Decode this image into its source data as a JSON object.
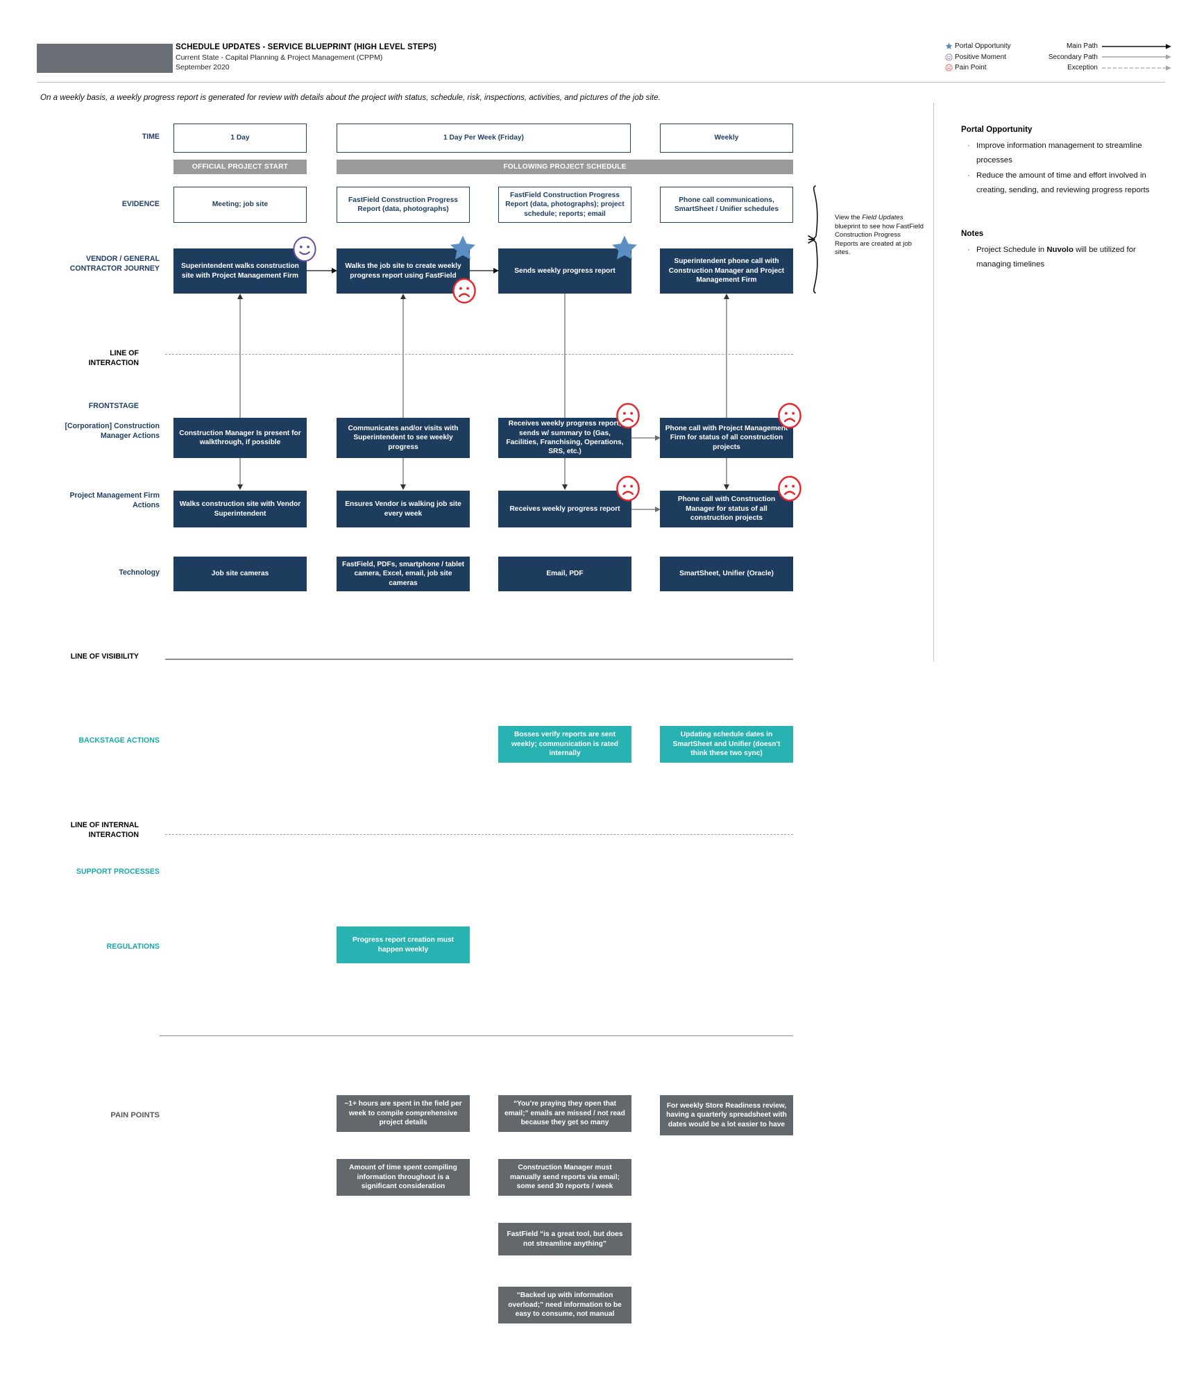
{
  "header": {
    "title": "SCHEDULE UPDATES - SERVICE BLUEPRINT (HIGH LEVEL STEPS)",
    "subtitle": "Current State - Capital Planning & Project Management (CPPM)",
    "date": "September 2020"
  },
  "legend": {
    "symbols": [
      {
        "icon": "star-icon",
        "label": "Portal Opportunity"
      },
      {
        "icon": "smiley-face-icon",
        "label": "Positive Moment"
      },
      {
        "icon": "sad-face-icon",
        "label": "Pain Point"
      }
    ],
    "paths": [
      {
        "label": "Main Path",
        "style": "solid-dark"
      },
      {
        "label": "Secondary Path",
        "style": "solid-gray"
      },
      {
        "label": "Exception",
        "style": "dashed-gray"
      }
    ]
  },
  "intro": "On a weekly basis, a weekly progress report is generated for review with details about the project with status, schedule, risk, inspections, activities, and pictures of the job site.",
  "rows": {
    "time": "TIME",
    "evidence": "EVIDENCE",
    "vendor_journey": "VENDOR / GENERAL CONTRACTOR JOURNEY",
    "line_of_interaction": "LINE OF INTERACTION",
    "frontstage": "FRONTSTAGE",
    "cm_actions": "[Corporation] Construction Manager Actions",
    "pm_actions": "Project Management Firm Actions",
    "technology": "Technology",
    "line_of_visibility": "LINE OF VISIBILITY",
    "backstage_actions": "BACKSTAGE ACTIONS",
    "line_of_internal_interaction": "LINE OF INTERNAL INTERACTION",
    "support_processes": "SUPPORT PROCESSES",
    "regulations": "REGULATIONS",
    "pain_points": "PAIN POINTS"
  },
  "time_boxes": [
    {
      "text": "1 Day"
    },
    {
      "text": "1 Day Per Week (Friday)"
    },
    {
      "text": "Weekly"
    }
  ],
  "phase_bars": [
    {
      "text": "OFFICIAL PROJECT START"
    },
    {
      "text": "FOLLOWING PROJECT SCHEDULE"
    }
  ],
  "evidence_boxes": [
    {
      "text": "Meeting; job site"
    },
    {
      "text": "FastField Construction Progress Report (data, photographs)"
    },
    {
      "text": "FastField Construction Progress Report (data, photographs); project schedule; reports; email"
    },
    {
      "text": "Phone call communications, SmartSheet / Unifier schedules"
    }
  ],
  "vendor_boxes": [
    {
      "text": "Superintendent walks construction site with Project Management Firm"
    },
    {
      "text": "Walks the job site to create weekly progress report using FastField"
    },
    {
      "text": "Sends weekly progress report"
    },
    {
      "text": "Superintendent phone call with Construction Manager and Project Management Firm"
    }
  ],
  "brace_note": {
    "prefix": "View the ",
    "italic": "Field Updates",
    "suffix": " blueprint to see how FastField Construction Progress Reports are created at job sites."
  },
  "cm_boxes": [
    {
      "text": "Construction Manager Is present for walkthrough, if possible"
    },
    {
      "text": "Communicates and/or visits with Superintendent to see weekly progress"
    },
    {
      "text": "Receives weekly progress report; sends w/ summary to (Gas, Facilities, Franchising, Operations, SRS, etc.)"
    },
    {
      "text": "Phone call with Project Management Firm for status of all construction projects"
    }
  ],
  "pm_boxes": [
    {
      "text": "Walks construction site with Vendor Superintendent"
    },
    {
      "text": "Ensures Vendor is walking job site every week"
    },
    {
      "text": "Receives weekly progress report"
    },
    {
      "text": "Phone call with Construction Manager for status of all construction projects"
    }
  ],
  "technology_boxes": [
    {
      "text": "Job site cameras"
    },
    {
      "text": "FastField, PDFs, smartphone / tablet camera, Excel, email, job site cameras"
    },
    {
      "text": "Email, PDF"
    },
    {
      "text": "SmartSheet, Unifier (Oracle)"
    }
  ],
  "backstage_boxes": [
    {
      "text": "Bosses verify reports are sent weekly; communication is rated internally"
    },
    {
      "text": "Updating schedule dates in SmartSheet and Unifier (doesn't think these two sync)"
    }
  ],
  "regulations_boxes": [
    {
      "text": "Progress report creation must happen weekly"
    }
  ],
  "pain_point_boxes": [
    {
      "text": "~1+ hours are spent in the field per week to compile comprehensive project details"
    },
    {
      "text": "“You’re praying they open that email;” emails are missed / not read because they get so many"
    },
    {
      "text": "For weekly Store Readiness review, having a quarterly spreadsheet with dates would be a lot easier to have"
    },
    {
      "text": "Amount of time spent compiling information throughout is a significant consideration"
    },
    {
      "text": "Construction Manager must manually send reports via email; some send 30 reports / week"
    },
    {
      "text": "FastField “is a great tool, but does not streamline anything”"
    },
    {
      "text": "“Backed up with information overload;” need information to be easy to consume, not manual"
    }
  ],
  "sidebar": {
    "portal_opportunity": {
      "heading": "Portal Opportunity",
      "items": [
        "Improve information management to streamline processes",
        "Reduce the amount of time and effort involved in creating, sending, and reviewing progress reports"
      ]
    },
    "notes": {
      "heading": "Notes",
      "item_prefix": "Project Schedule in ",
      "item_bold": "Nuvolo",
      "item_suffix": " will be utilized for managing timelines"
    }
  },
  "colors": {
    "navy": "#1e3d5e",
    "teal": "#29b2b2",
    "slate": "#63686d",
    "gray_bar": "#9a9a9a",
    "star_blue": "#5b8fc4",
    "pain_red": "#e8262d",
    "positive_purple": "#6b4fa0"
  }
}
